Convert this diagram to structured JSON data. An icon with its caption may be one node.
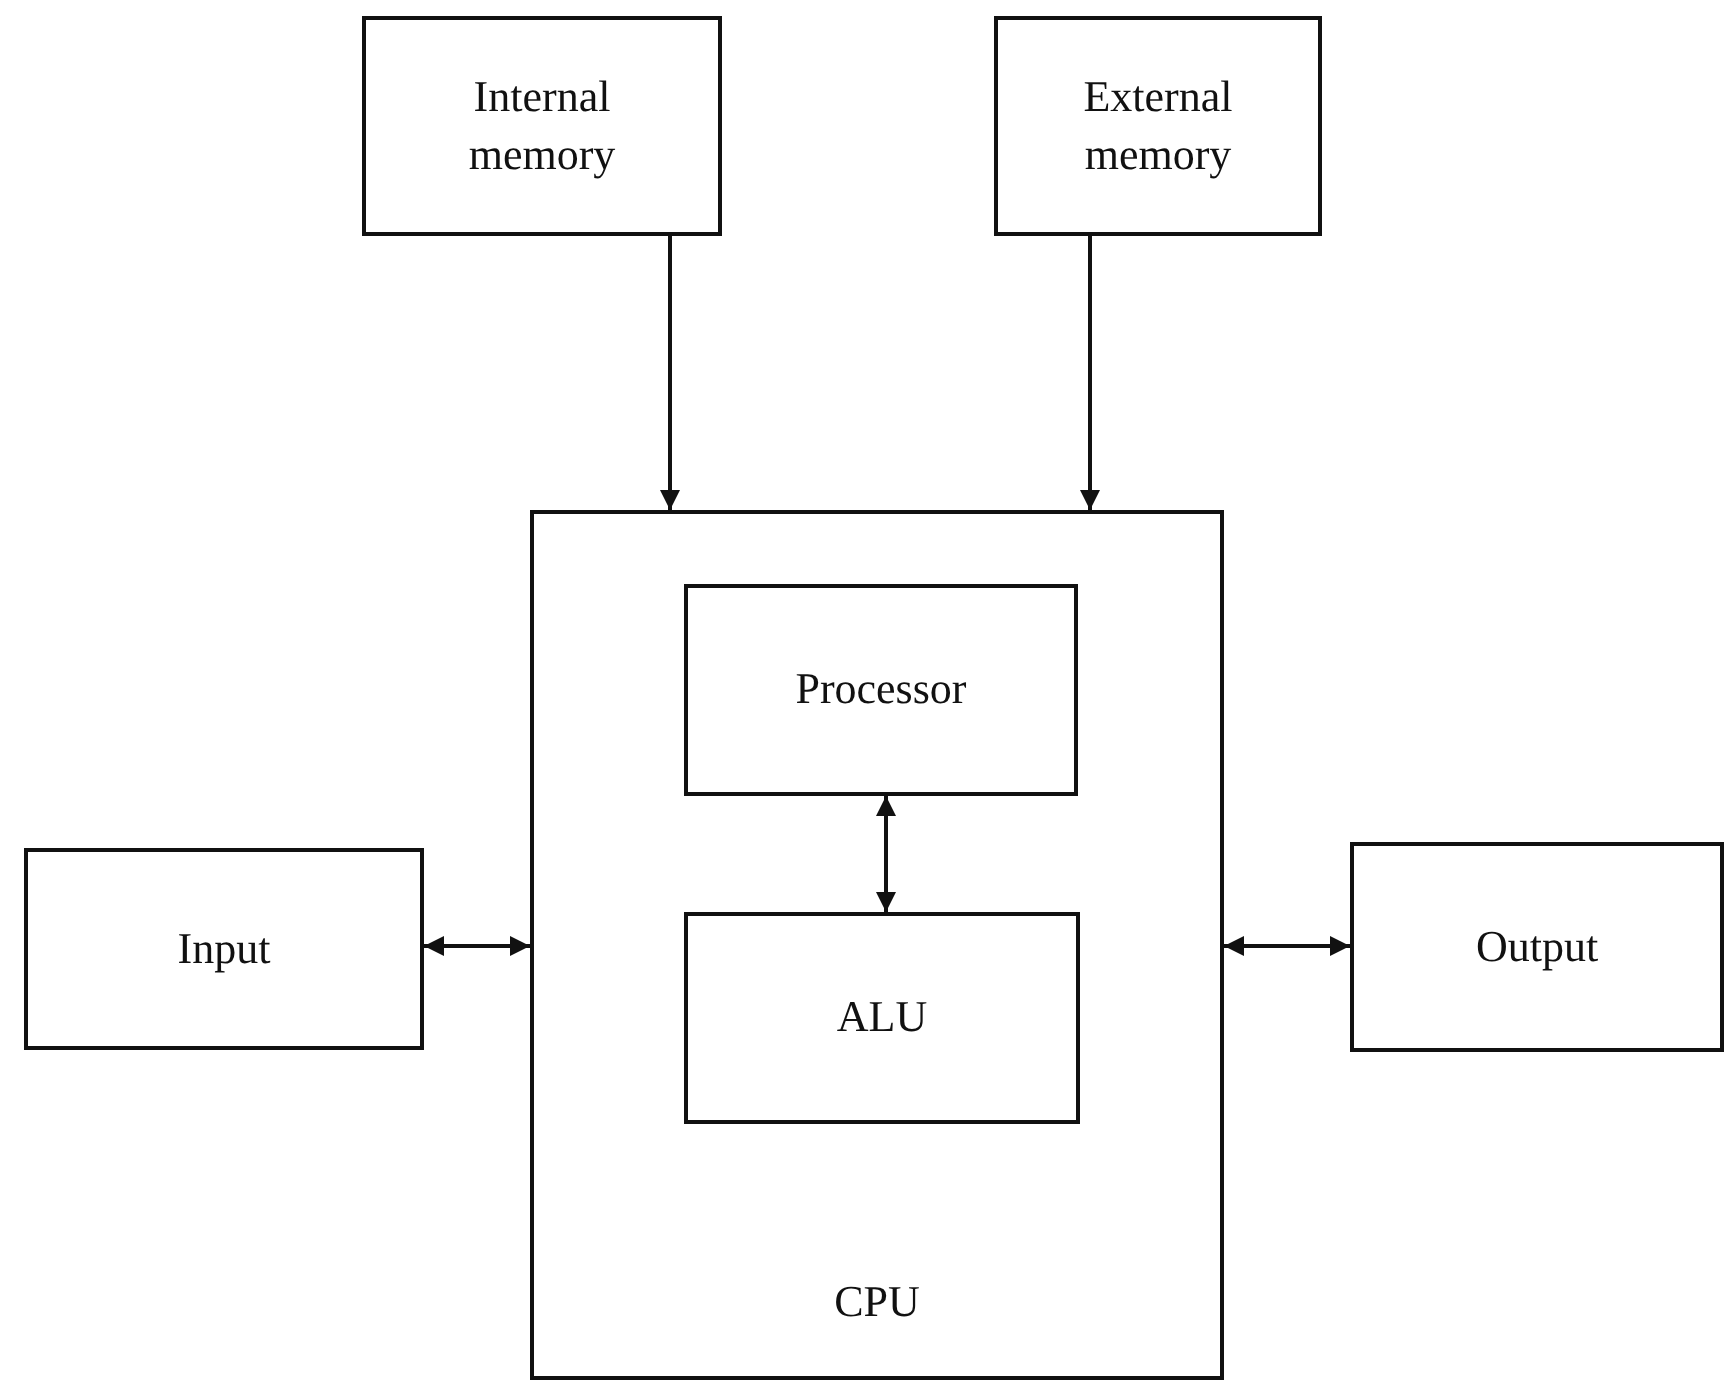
{
  "diagram": {
    "nodes": [
      {
        "text": [
          "Internal memory"
        ]
      },
      {
        "text": [
          "External memory"
        ]
      },
      {
        "text": [
          "CPU"
        ]
      },
      {
        "text": [
          "Processor"
        ],
        "in": 2
      },
      {
        "text": [
          "ALU"
        ],
        "in": 2
      },
      {
        "text": [
          "Input"
        ]
      },
      {
        "text": [
          "Output"
        ]
      }
    ],
    "edges": [
      {
        "from": 0,
        "to": 2,
        "arrow": "to"
      },
      {
        "from": 1,
        "to": 2,
        "arrow": "to"
      },
      {
        "from": 3,
        "to": 4,
        "arrow": "both"
      },
      {
        "from": 5,
        "to": 2,
        "arrow": "both"
      },
      {
        "from": 2,
        "to": 6,
        "arrow": "both"
      }
    ]
  }
}
